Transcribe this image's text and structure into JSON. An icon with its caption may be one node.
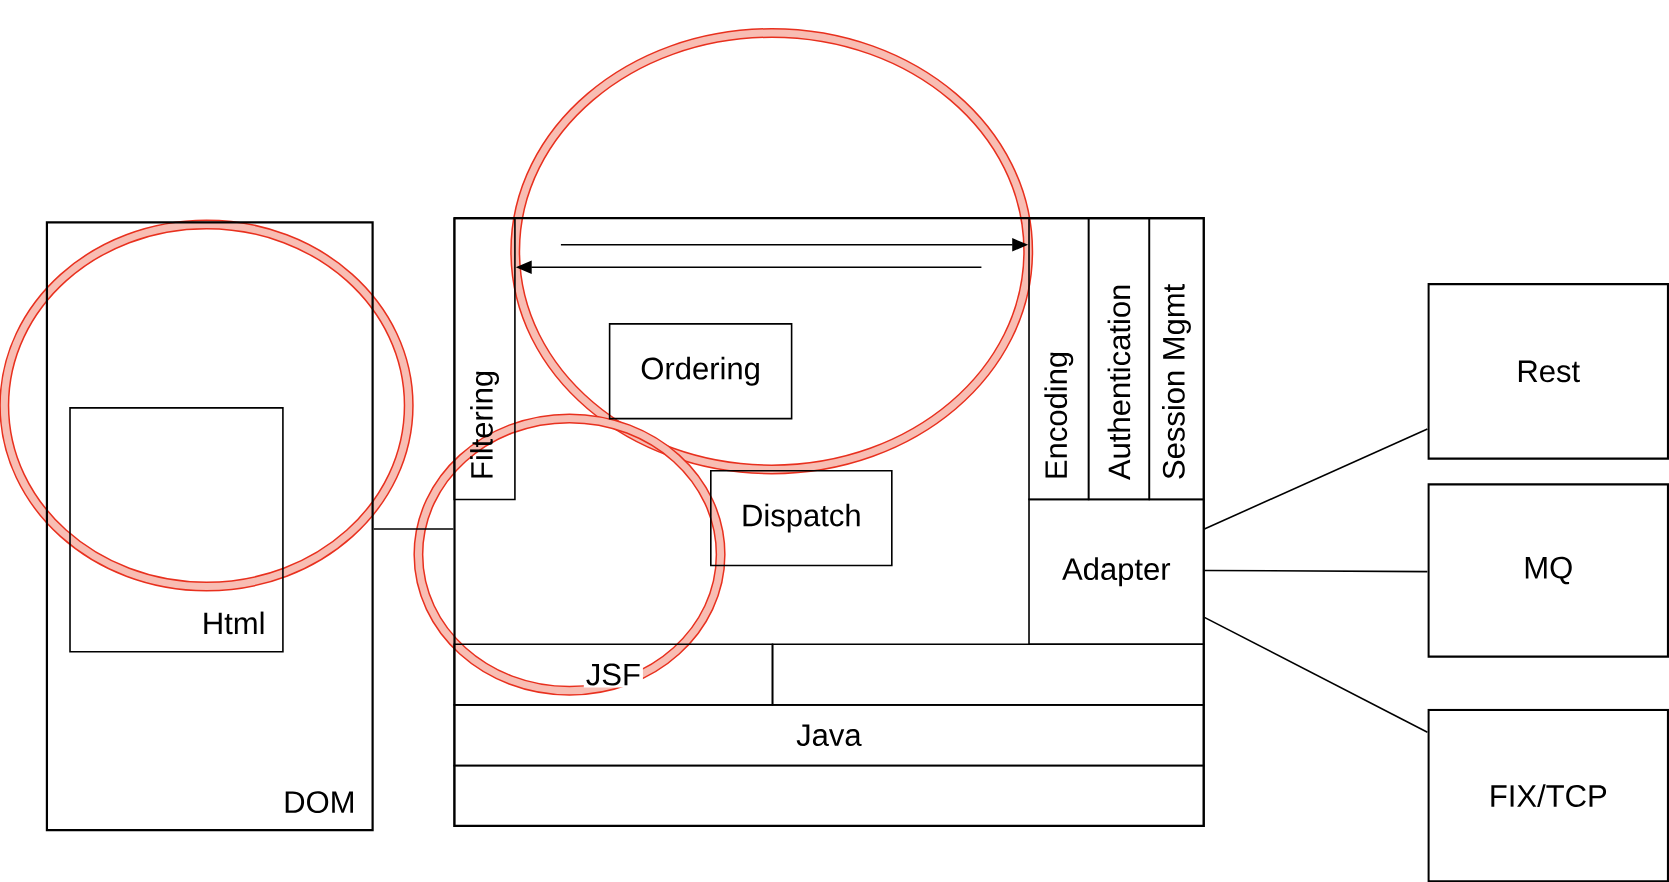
{
  "diagram": {
    "nodes": [
      {
        "text": [
          "DOM"
        ]
      },
      {
        "text": [
          "Html"
        ],
        "in": 0
      },
      {
        "text": [],
        "shape": "box"
      },
      {
        "text": [
          "Filtering"
        ],
        "in": 2
      },
      {
        "text": [
          "Ordering"
        ],
        "in": 2
      },
      {
        "text": [
          "Dispatch"
        ],
        "in": 2
      },
      {
        "text": [
          "Encoding"
        ],
        "in": 2
      },
      {
        "text": [
          "Authentication"
        ],
        "in": 2
      },
      {
        "text": [
          "Session Mgmt"
        ],
        "in": 2
      },
      {
        "text": [
          "Adapter"
        ],
        "in": 2
      },
      {
        "text": [
          "JSF"
        ],
        "in": 2
      },
      {
        "text": [],
        "shape": "box",
        "in": 2
      },
      {
        "text": [
          "Java"
        ],
        "in": 2
      },
      {
        "text": [],
        "shape": "box",
        "in": 2
      },
      {
        "text": [
          "Rest"
        ]
      },
      {
        "text": [
          "MQ"
        ]
      },
      {
        "text": [
          "FIX/TCP"
        ]
      }
    ],
    "edges": [
      {
        "from": 0,
        "to": 2,
        "arrow": "none"
      },
      {
        "from": null,
        "to": 6,
        "arrow": "to"
      },
      {
        "from": null,
        "to": 3,
        "arrow": "to"
      },
      {
        "from": 9,
        "to": 14,
        "arrow": "none"
      },
      {
        "from": 9,
        "to": 15,
        "arrow": "none"
      },
      {
        "from": 9,
        "to": 16,
        "arrow": "none"
      }
    ]
  }
}
